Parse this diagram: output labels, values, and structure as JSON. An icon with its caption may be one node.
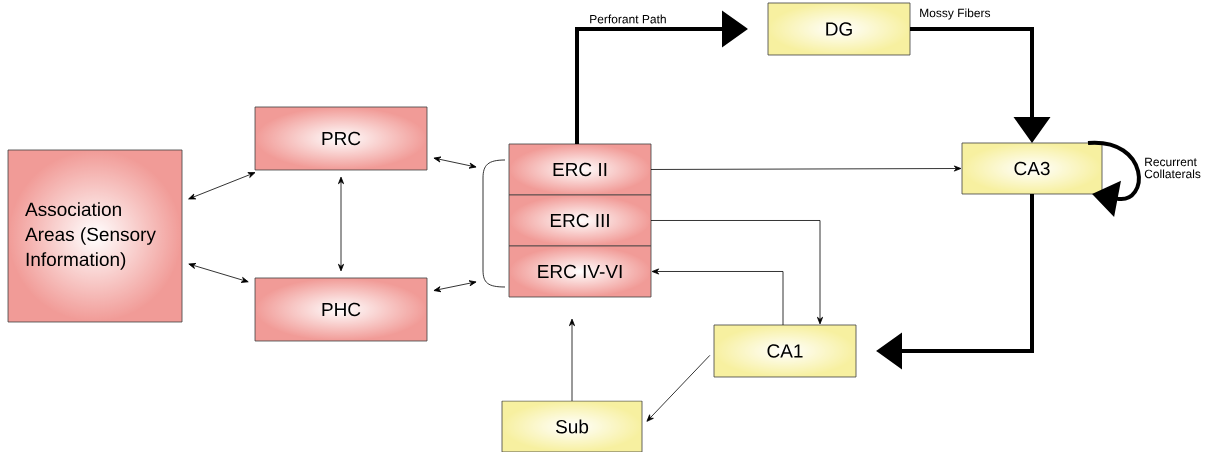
{
  "diagram": {
    "nodes": [
      {
        "text": [
          "Association Areas (Sensory Information)"
        ]
      },
      {
        "text": [
          "PRC"
        ]
      },
      {
        "text": [
          "PHC"
        ]
      },
      {
        "text": [
          "ERC II"
        ]
      },
      {
        "text": [
          "ERC III"
        ]
      },
      {
        "text": [
          "ERC IV-VI"
        ]
      },
      {
        "text": [
          "DG"
        ]
      },
      {
        "text": [
          "CA3"
        ]
      },
      {
        "text": [
          "CA1"
        ]
      },
      {
        "text": [
          "Sub"
        ]
      },
      {
        "text": [],
        "shape": "bracket"
      }
    ],
    "edges": [
      {
        "from": 0,
        "to": 1,
        "arrow": "both"
      },
      {
        "from": 0,
        "to": 2,
        "arrow": "both"
      },
      {
        "from": 1,
        "to": 2,
        "arrow": "both"
      },
      {
        "from": 1,
        "to": 10,
        "arrow": "both"
      },
      {
        "from": 2,
        "to": 10,
        "arrow": "both"
      },
      {
        "from": 3,
        "to": 6,
        "arrow": "to",
        "style": "thick",
        "label": "Perforant Path"
      },
      {
        "from": 6,
        "to": 7,
        "arrow": "to",
        "style": "thick",
        "label": "Mossy Fibers"
      },
      {
        "from": 3,
        "to": 7,
        "arrow": "to"
      },
      {
        "from": 4,
        "to": 8,
        "arrow": "to"
      },
      {
        "from": 8,
        "to": 5,
        "arrow": "to"
      },
      {
        "from": 7,
        "to": 8,
        "arrow": "to",
        "style": "thick"
      },
      {
        "from": 8,
        "to": 9,
        "arrow": "to"
      },
      {
        "from": 9,
        "to": null,
        "arrow": "to"
      },
      {
        "from": 7,
        "to": 7,
        "arrow": "to",
        "style": "thick",
        "label": "Recurrent Collaterals"
      }
    ]
  }
}
